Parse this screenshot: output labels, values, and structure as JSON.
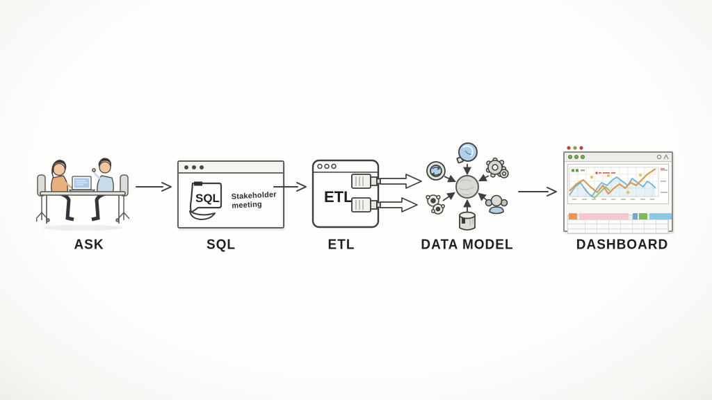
{
  "page": {
    "background_color": "#fbfaf7"
  },
  "stages": [
    {
      "id": "ask",
      "label": "ASK"
    },
    {
      "id": "sql",
      "label": "SQL"
    },
    {
      "id": "etl",
      "label": "ETL"
    },
    {
      "id": "data_model",
      "label": "DATA MODEL"
    },
    {
      "id": "dashboard",
      "label": "DASHBOARD"
    }
  ],
  "ask_figure": {
    "colors": {
      "skin": "#f1c7a0",
      "hair": "#352b26",
      "person_left_top": "#e9af7e",
      "person_right_shirt": "#c7dbea",
      "pants": "#34343a",
      "laptop_screen": "#a8c9e7",
      "furniture": "#e4e4e0"
    }
  },
  "sql_window": {
    "icon_text": "SQL",
    "note_line1": "Stakeholder",
    "note_line2": "meeting",
    "titlebar_dot_color": "#4a4a42"
  },
  "etl_window": {
    "title": "ETL"
  },
  "data_model": {
    "icons": [
      "magnifier-globe",
      "sync-arrows",
      "gear-cluster",
      "cog-pair",
      "database-cylinder",
      "user-group"
    ],
    "icon_blue": "#aed0e9",
    "icon_grey": "#d8d8d2",
    "arrow_color": "#3f3f3c"
  },
  "dashboard": {
    "window_dots_top": [
      "#b5463b",
      "#8a9a42",
      "#b5463b"
    ],
    "toolbar_dots": [
      "#6fae4e",
      "#6fae4e",
      "#6fae4e"
    ],
    "chart": {
      "series_colors": [
        "#e0984f",
        "#72b2d9",
        "#8cbb66",
        "#e2c454"
      ],
      "annotation_color": "#d64541",
      "grid_color": "#e3e3dd",
      "legend_color": "#5d9c48"
    },
    "badges": [
      {
        "name": "orange-badge",
        "color": "#eb9a4d"
      },
      {
        "name": "pink-bar",
        "color": "#f6c7cd"
      },
      {
        "name": "blue-badge",
        "color": "#6fa8dc"
      },
      {
        "name": "green-badge",
        "color": "#7cb85c"
      },
      {
        "name": "blue-bar",
        "color": "#8ec6e6"
      }
    ]
  }
}
